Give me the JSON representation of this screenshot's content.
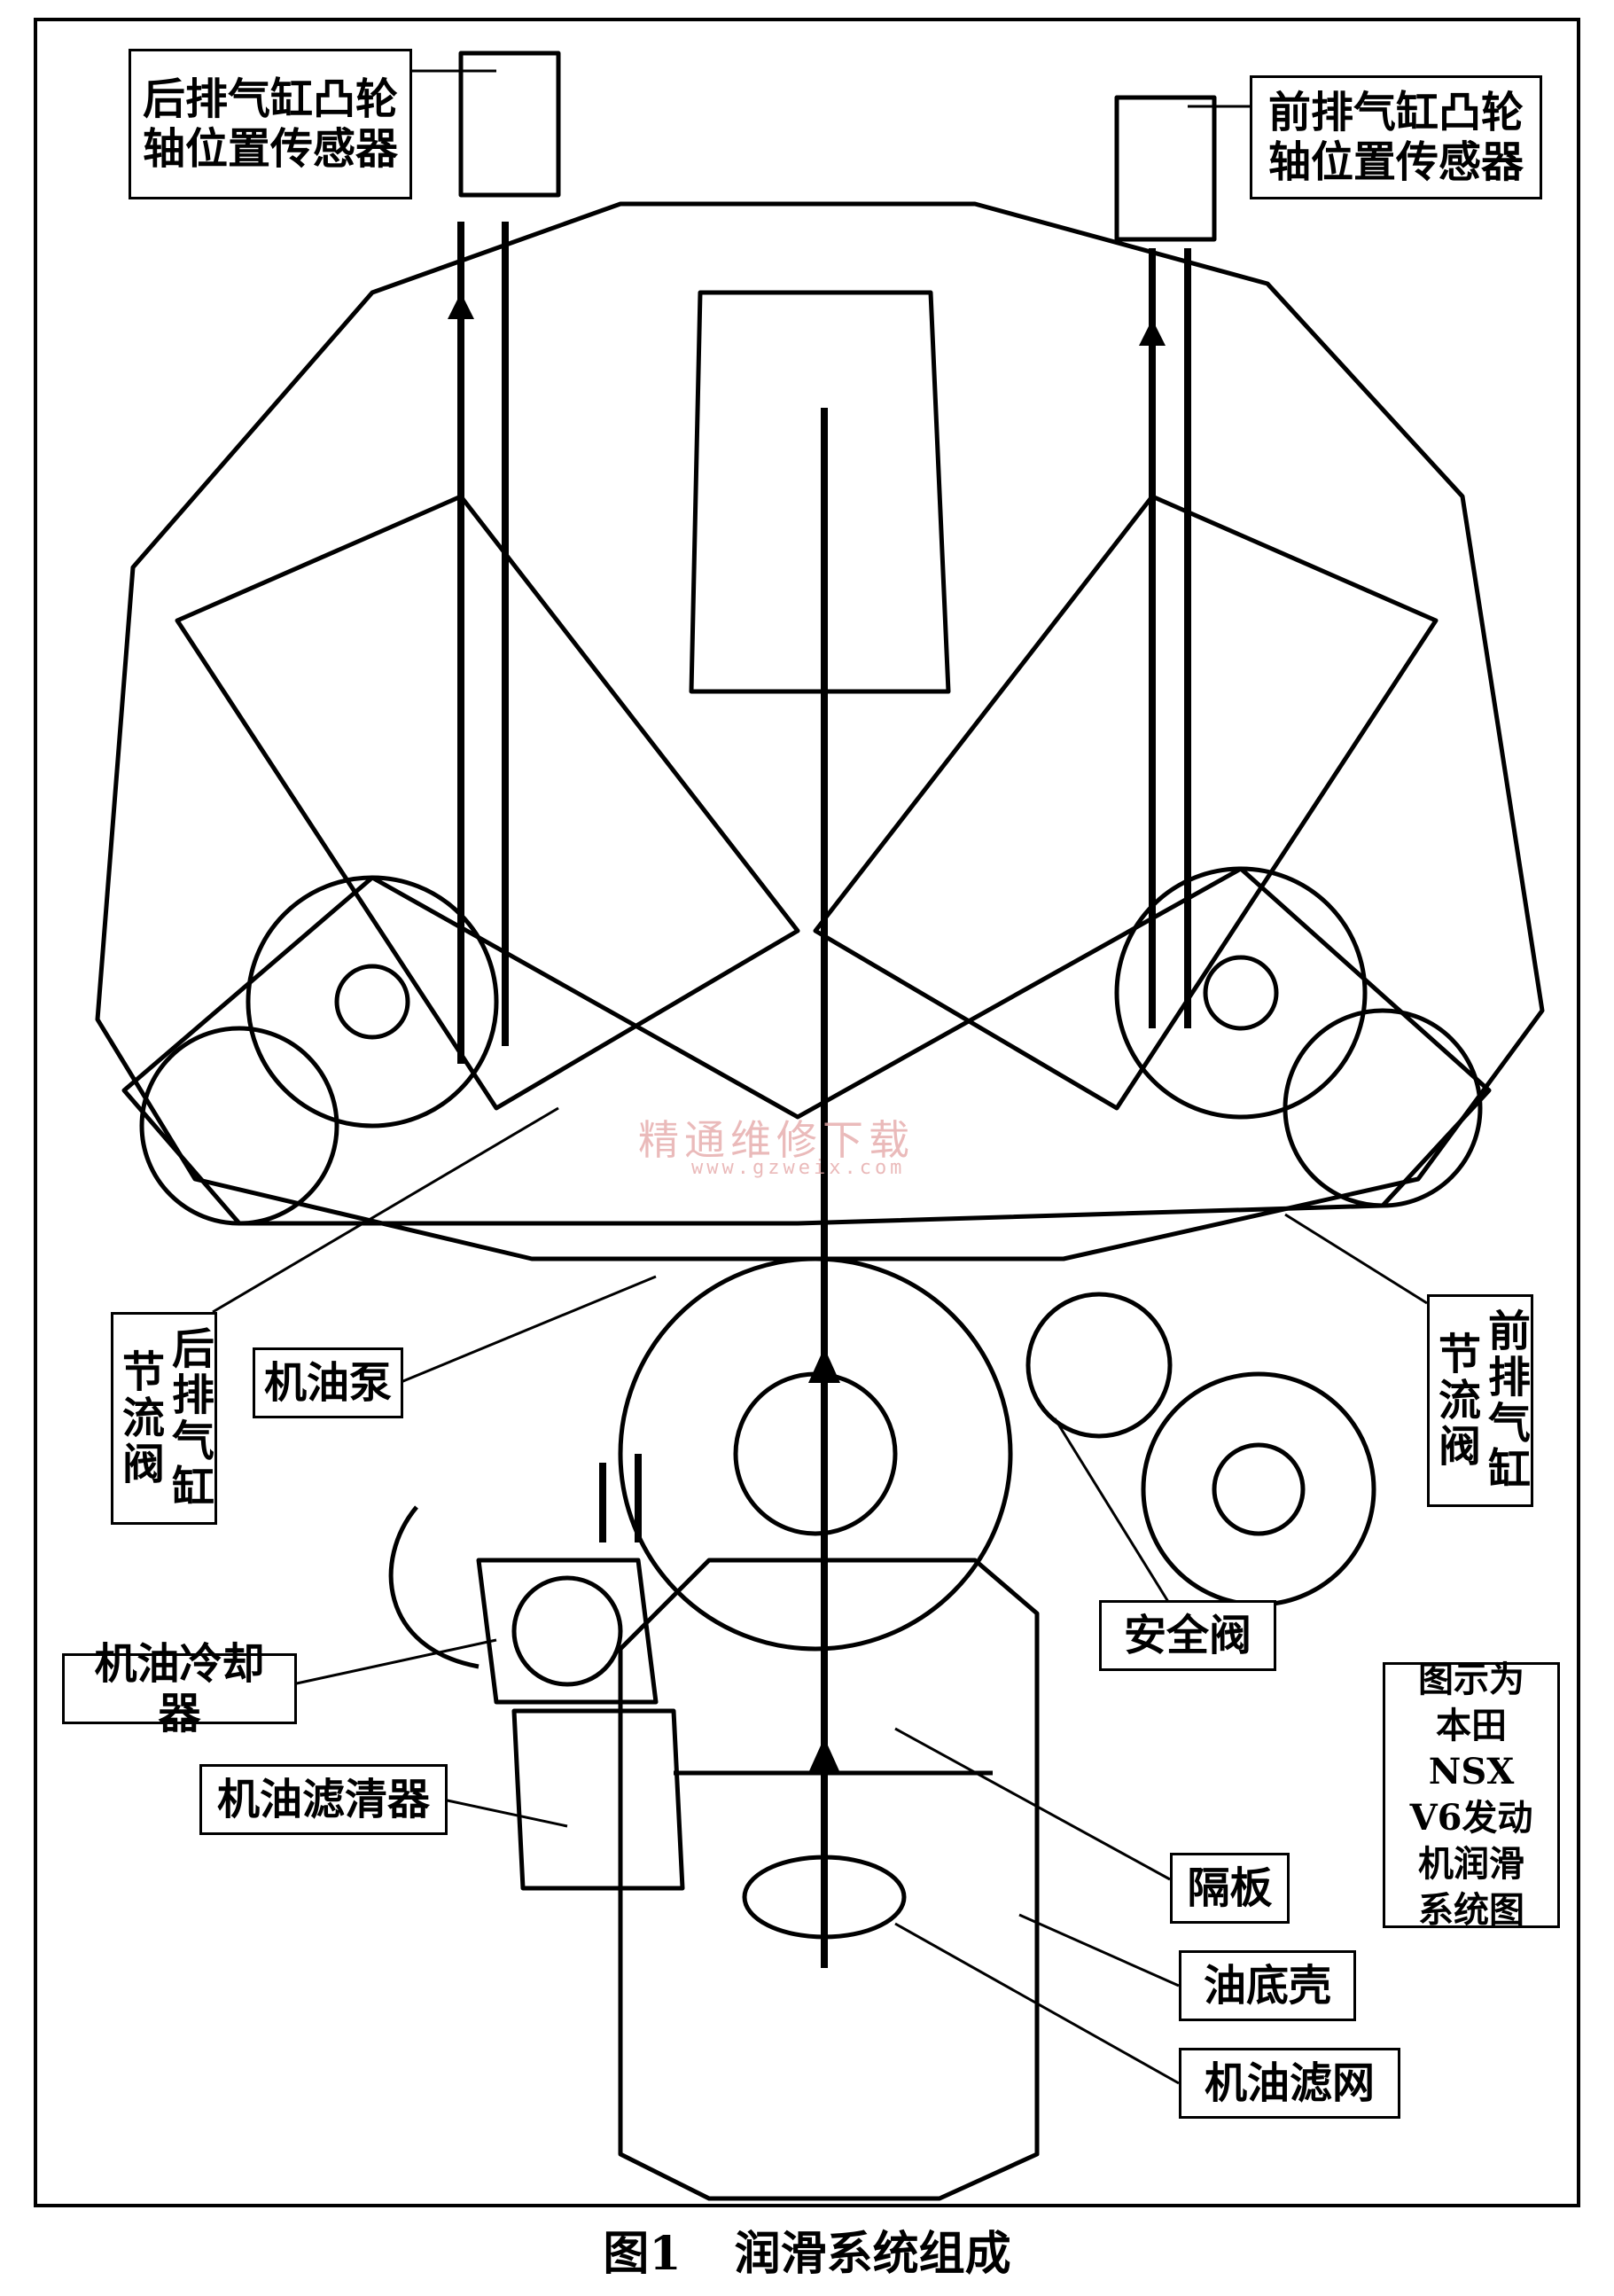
{
  "labels": {
    "rear_cam_sensor": "后排气缸凸轮\n轴位置传感器",
    "front_cam_sensor": "前排气缸凸轮\n轴位置传感器",
    "rear_throttle": "后排气缸节流阀",
    "oil_pump": "机油泵",
    "front_throttle": "前排气缸节流阀",
    "oil_cooler": "机油冷却器",
    "safety_valve": "安全阀",
    "note": "图示为\n本田NSX\nV6发动\n机润滑\n系统图",
    "baffle": "隔板",
    "oil_filter": "机油滤清器",
    "oil_pan": "油底壳",
    "oil_strainer": "机油滤网"
  },
  "caption": {
    "number": "图1",
    "title": "润滑系统组成"
  },
  "watermark": {
    "text": "精通维修下载",
    "url": "www.gzweix.com"
  },
  "colors": {
    "ink": "#000000",
    "paper": "#ffffff",
    "watermark": "#e6a9a9"
  }
}
